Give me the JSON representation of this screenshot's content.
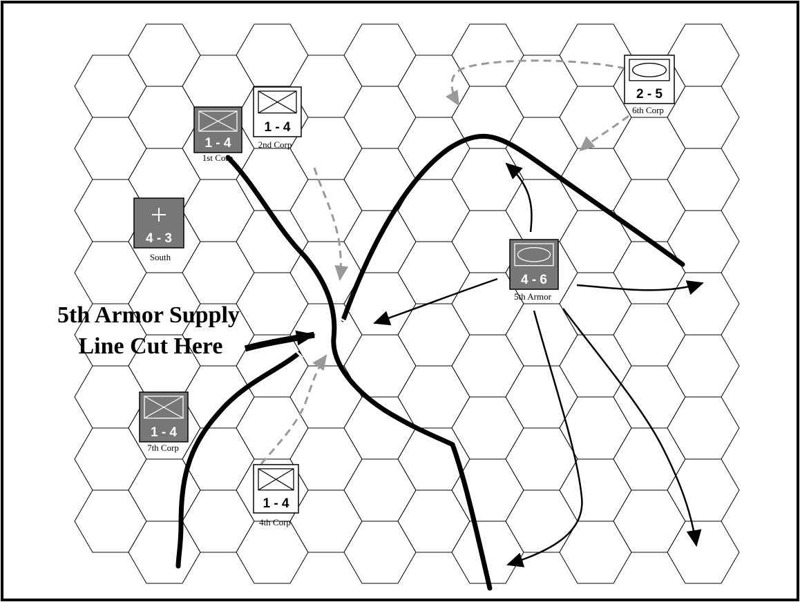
{
  "callout": {
    "line1": "5th Armor Supply",
    "line2": "Line Cut Here"
  },
  "counters": [
    {
      "id": "corp1",
      "strength": "1 - 4",
      "label": "1st Corp",
      "symbol": "infantry",
      "style": "dark"
    },
    {
      "id": "corp2",
      "strength": "1 - 4",
      "label": "2nd Corp",
      "symbol": "infantry",
      "style": "light"
    },
    {
      "id": "corp6",
      "strength": "2 - 5",
      "label": "6th Corp",
      "symbol": "armor",
      "style": "light"
    },
    {
      "id": "south",
      "strength": "4 - 3",
      "label": "South",
      "symbol": "medical",
      "style": "dark"
    },
    {
      "id": "armor5",
      "strength": "4 - 6",
      "label": "5th Armor",
      "symbol": "armor",
      "style": "dark"
    },
    {
      "id": "corp7",
      "strength": "1 - 4",
      "label": "7th Corp",
      "symbol": "infantry",
      "style": "dark"
    },
    {
      "id": "corp4",
      "strength": "1 - 4",
      "label": "4th Corp",
      "symbol": "infantry",
      "style": "light"
    }
  ],
  "colors": {
    "dark_counter": "#777777",
    "light_counter": "#ffffff",
    "dashed_arrow": "#999999",
    "lines": "#000000"
  },
  "icons": [
    "infantry-symbol-icon",
    "armor-symbol-icon",
    "medical-cross-icon",
    "arrow-icon"
  ]
}
